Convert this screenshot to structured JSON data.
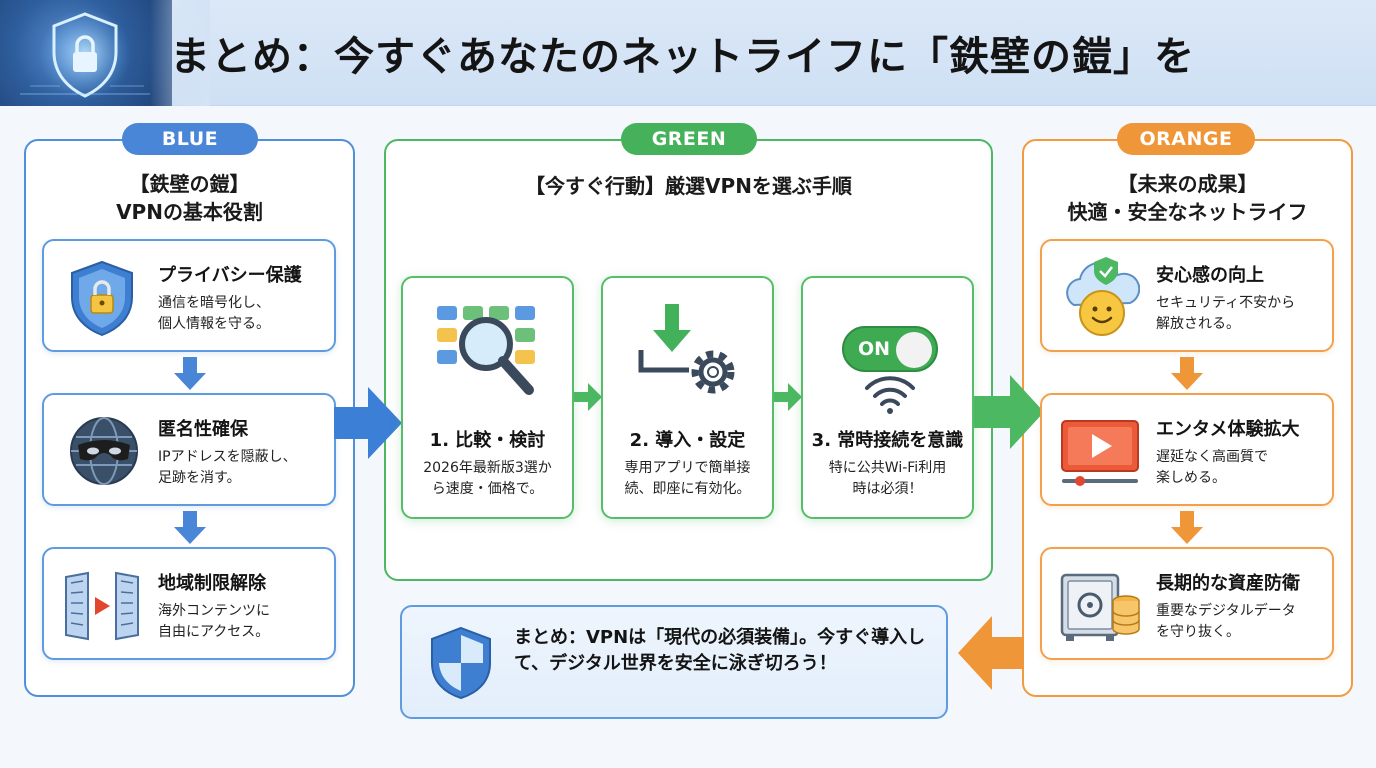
{
  "title": "まとめ：今すぐあなたのネットライフに「鉄壁の鎧」を",
  "colors": {
    "blue": "#4a86d8",
    "green": "#45b25b",
    "orange": "#ef9638"
  },
  "blue": {
    "tag": "BLUE",
    "title_line1": "【鉄壁の鎧】",
    "title_line2": "VPNの基本役割",
    "cards": [
      {
        "icon": "shield-lock-icon",
        "title": "プライバシー保護",
        "desc_line1": "通信を暗号化し、",
        "desc_line2": "個人情報を守る。"
      },
      {
        "icon": "masked-globe-icon",
        "title": "匿名性確保",
        "desc_line1": "IPアドレスを隠蔽し、",
        "desc_line2": "足跡を消す。"
      },
      {
        "icon": "open-door-icon",
        "title": "地域制限解除",
        "desc_line1": "海外コンテンツに",
        "desc_line2": "自由にアクセス。"
      }
    ]
  },
  "green": {
    "tag": "GREEN",
    "title": "【今すぐ行動】厳選VPNを選ぶ手順",
    "steps": [
      {
        "icon": "compare-magnifier-icon",
        "title": "1. 比較・検討",
        "desc_line1": "2026年最新版3選か",
        "desc_line2": "ら速度・価格で。"
      },
      {
        "icon": "download-gear-icon",
        "title": "2. 導入・設定",
        "desc_line1": "専用アプリで簡単接",
        "desc_line2": "続、即座に有効化。"
      },
      {
        "icon": "on-toggle-wifi-icon",
        "title": "3. 常時接続を意識",
        "toggle_label": "ON",
        "desc_line1": "特に公共Wi-Fi利用",
        "desc_line2": "時は必須！"
      }
    ]
  },
  "orange": {
    "tag": "ORANGE",
    "title_line1": "【未来の成果】",
    "title_line2": "快適・安全なネットライフ",
    "cards": [
      {
        "icon": "smiling-cloud-icon",
        "title": "安心感の向上",
        "desc_line1": "セキュリティ不安から",
        "desc_line2": "解放される。"
      },
      {
        "icon": "video-player-icon",
        "title": "エンタメ体験拡大",
        "desc_line1": "遅延なく高画質で",
        "desc_line2": "楽しめる。"
      },
      {
        "icon": "safe-database-icon",
        "title": "長期的な資産防衛",
        "desc_line1": "重要なデジタルデータ",
        "desc_line2": "を守り抜く。"
      }
    ]
  },
  "summary": {
    "icon": "shield-icon",
    "text": "まとめ：VPNは「現代の必須装備」。今すぐ導入して、デジタル世界を安全に泳ぎ切ろう！"
  }
}
